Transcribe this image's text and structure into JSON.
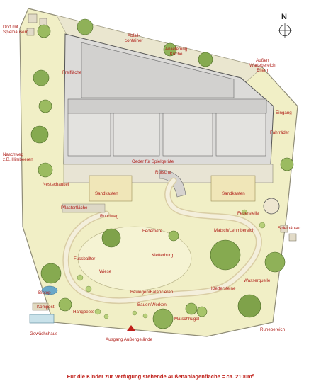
{
  "compass": {
    "label": "N",
    "icon": "compass-rose-icon"
  },
  "labels": {
    "dorf": "Dorf mit\nSpielhäusern",
    "abfall": "Abfall-\ncontainer",
    "anlieferung": "Anlieferung\nKüche",
    "warte": "Außen\nWartebereich\nEltern",
    "freiflaeche": "Freifläche",
    "eingang": "Eingang",
    "fahrraeder": "Fahrräder",
    "naschweg": "Naschweg\nz.B. Himbeeren",
    "oeder": "Oeder für Spielgeräte",
    "rutsche": "Rutsche",
    "nestschaukel": "Nestschaukel",
    "sandkasten_l": "Sandkasten",
    "sandkasten_r": "Sandkasten",
    "pflaster": "Pflasterfläche",
    "feuerstelle": "Feuerstelle",
    "rundweg": "Rundweg",
    "spielhaeuser": "Spielhäuser",
    "matsch": "Matsch/Lehmbereich",
    "federtiere": "Federtiere",
    "fussball": "Fussballtor",
    "wiese": "Wiese",
    "kletterburg": "Kletterburg",
    "wasserquelle": "Wasserquelle",
    "klettersteine": "Klettersteine",
    "biotop": "Biotop",
    "kompost": "Kompost",
    "bewegen": "Bewegen/Balancieren",
    "bauen": "Bauen/Werken",
    "hang": "Hangbeete",
    "matschhuegel": "Matschhügel",
    "ruhebereich": "Ruhebereich",
    "gewaechshaus": "Gewächshaus",
    "ausgang": "Ausgang Außengelände"
  },
  "caption": "Für die Kinder zur Verfügung stehende Außenanlagenfläche = ca. 2100m²",
  "colors": {
    "label": "#b0201a",
    "grass": "#f1efc6",
    "path": "#ece7cf",
    "building": "#d8d7d6",
    "tree": "#7fa24a",
    "water": "#6aa8c9"
  }
}
